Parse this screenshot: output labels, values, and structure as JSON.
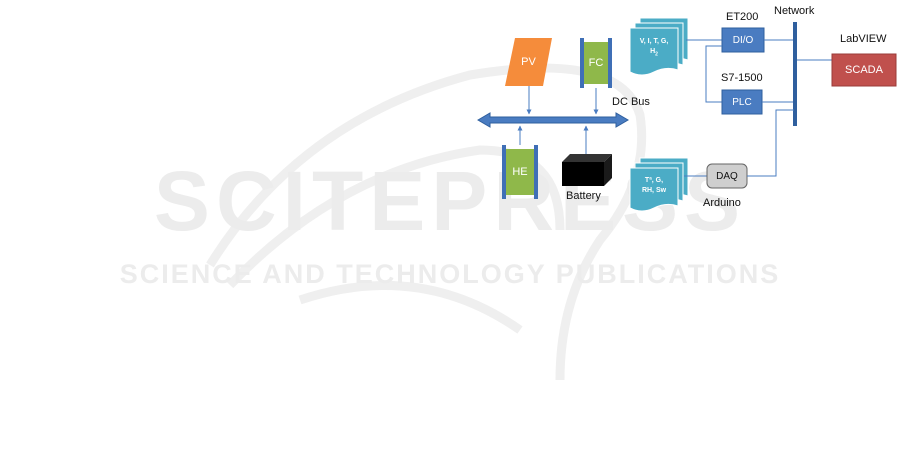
{
  "watermark": {
    "title": "SCITEPRESS",
    "subtitle": "SCIENCE AND TECHNOLOGY PUBLICATIONS",
    "color": "#ececec"
  },
  "colors": {
    "pv": "#f58c3b",
    "fc_he": "#8fb84a",
    "he_plate": "#3f6fb6",
    "bus": "#4a7cc1",
    "box_blue": "#4a7cc1",
    "scada": "#c0504d",
    "daq": "#cfcfcf",
    "sensor": "#4bacc6",
    "line": "#4a7cc1"
  },
  "labels": {
    "pv": "PV",
    "fc": "FC",
    "he": "HE",
    "battery": "Battery",
    "dc_bus": "DC Bus",
    "et200": "ET200",
    "dio": "DI/O",
    "s71500": "S7-1500",
    "plc": "PLC",
    "network": "Network",
    "labview": "LabVIEW",
    "scada": "SCADA",
    "daq": "DAQ",
    "arduino": "Arduino",
    "sensors_top": "V, I, T, G,",
    "sensors_top_h2": "H",
    "sensors_top_h2_sub": "2",
    "sensors_bottom_l1": "Tª, G,",
    "sensors_bottom_l2": "RH, Sw"
  }
}
